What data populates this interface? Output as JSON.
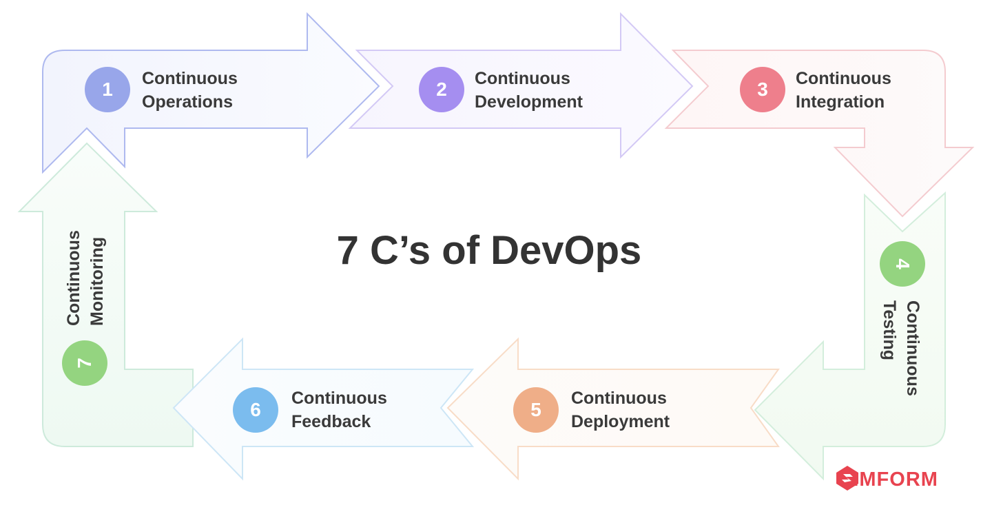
{
  "title": "7 C’s of DevOps",
  "stages": [
    {
      "number": "1",
      "line1": "Continuous",
      "line2": "Operations",
      "color": "#a9b6f2",
      "badge": "#95a4ea"
    },
    {
      "number": "2",
      "line1": "Continuous",
      "line2": "Development",
      "color": "#cfc3f7",
      "badge": "#a48cf0"
    },
    {
      "number": "3",
      "line1": "Continuous",
      "line2": "Integration",
      "color": "#f7c5c8",
      "badge": "#ee7d8b"
    },
    {
      "number": "4",
      "line1": "Continuous",
      "line2": "Testing",
      "color": "#cfead0",
      "badge": "#92d47e"
    },
    {
      "number": "5",
      "line1": "Continuous",
      "line2": "Deployment",
      "color": "#f8dcc6",
      "badge": "#efad86"
    },
    {
      "number": "6",
      "line1": "Continuous",
      "line2": "Feedback",
      "color": "#c8e3f5",
      "badge": "#78bbee"
    },
    {
      "number": "7",
      "line1": "Continuous",
      "line2": "Monitoring",
      "color": "#cfecd8",
      "badge": "#92d47e"
    }
  ],
  "brand": {
    "name": "SIMFORM",
    "color": "#e8434f",
    "icon": "simform-logo-icon"
  }
}
